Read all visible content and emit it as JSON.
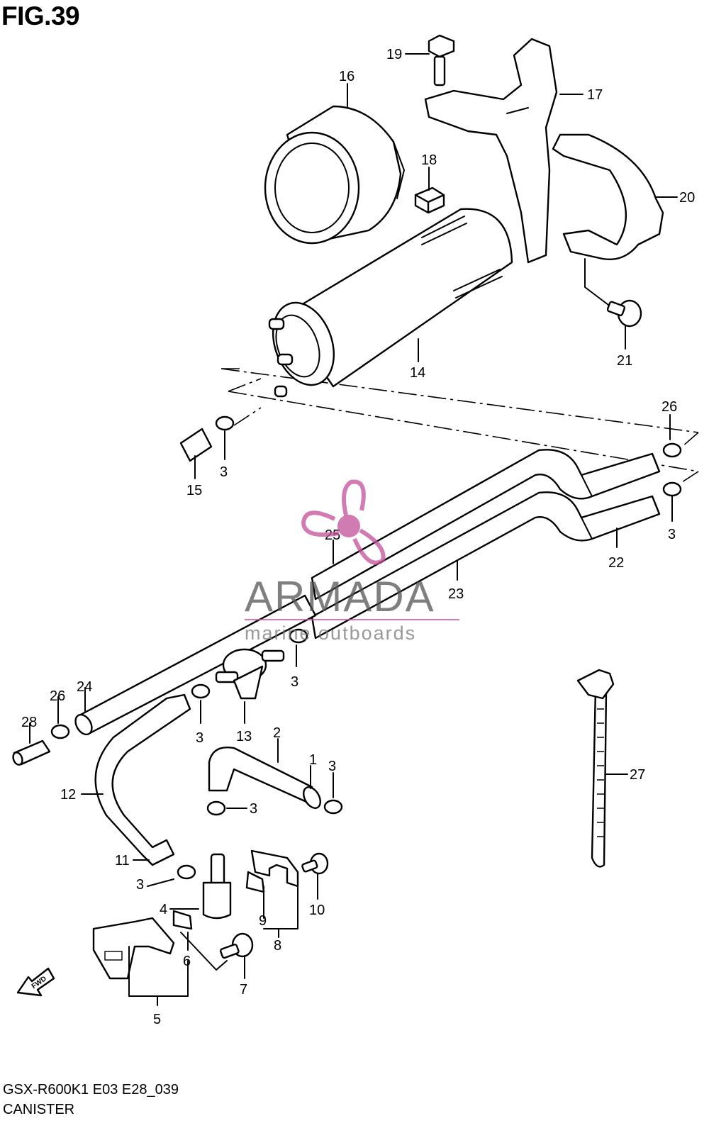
{
  "figure": {
    "title": "FIG.39",
    "model_code": "GSX-R600K1 E03 E28_039",
    "name": "CANISTER"
  },
  "watermark": {
    "brand": "ARMADA",
    "tagline": "marine outboards",
    "color": "#c2509a"
  },
  "direction_arrow": {
    "label": "FWD"
  },
  "callouts": [
    "1",
    "2",
    "3",
    "3",
    "3",
    "3",
    "3",
    "3",
    "3",
    "4",
    "5",
    "6",
    "7",
    "8",
    "9",
    "10",
    "11",
    "12",
    "13",
    "14",
    "15",
    "16",
    "17",
    "18",
    "19",
    "20",
    "21",
    "22",
    "23",
    "24",
    "25",
    "26",
    "26",
    "27",
    "28"
  ]
}
